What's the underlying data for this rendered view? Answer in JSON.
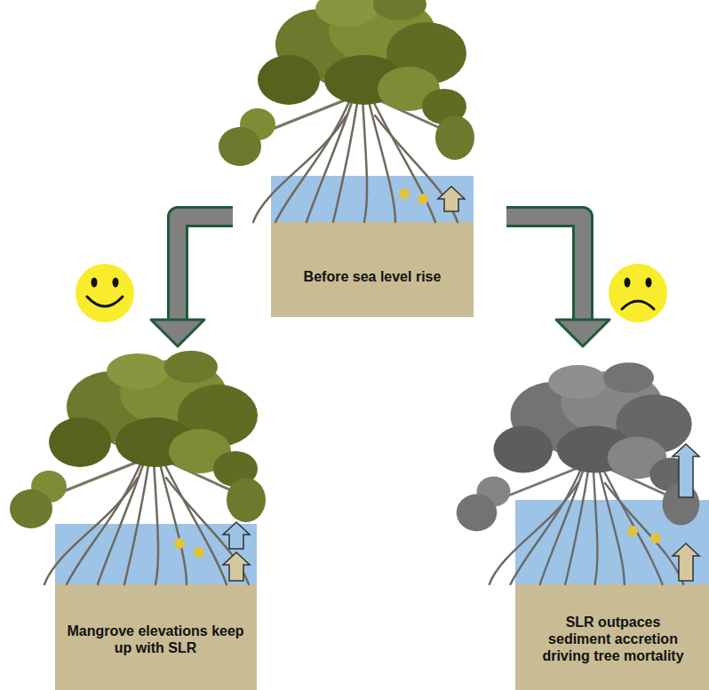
{
  "diagram": {
    "nodes": [
      {
        "text": [
          "Before sea level rise"
        ]
      },
      {
        "text": [
          "Mangrove elevations keep up with SLR"
        ]
      },
      {
        "text": [
          "SLR outpaces sediment accretion driving tree mortality"
        ]
      }
    ],
    "edges": [
      {
        "from": 0,
        "to": 1,
        "arrow": "to"
      },
      {
        "from": 0,
        "to": 2,
        "arrow": "to"
      }
    ]
  }
}
